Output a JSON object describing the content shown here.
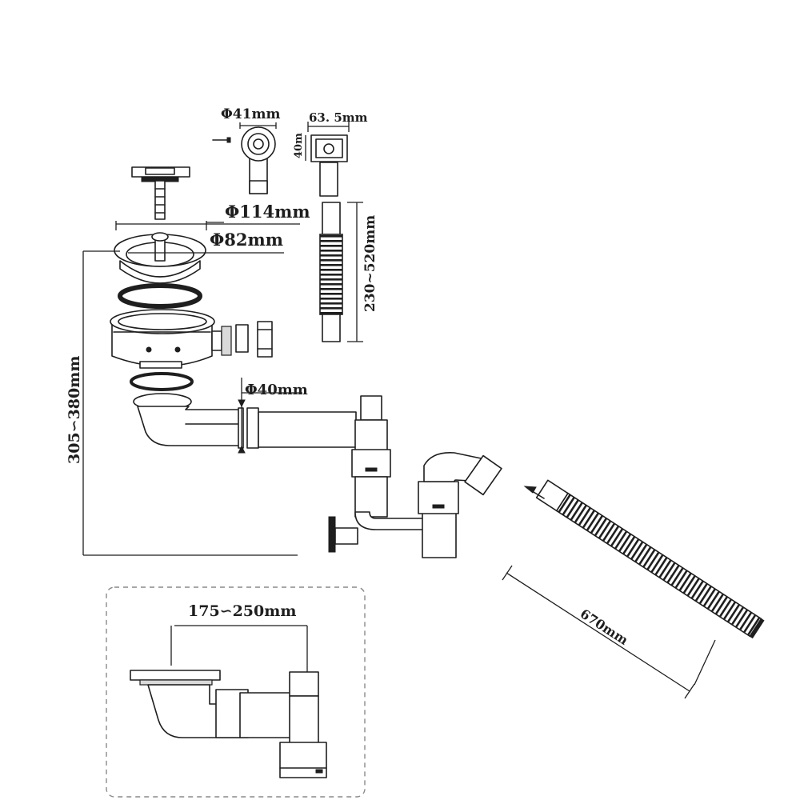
{
  "dimensions": {
    "phi_41": "Φ41mm",
    "w_63_5": "63. 5mm",
    "h_40": "40m",
    "phi_114": "Φ114mm",
    "phi_82": "Φ82mm",
    "hose_230_520": "230~520mm",
    "phi_40": "Φ40mm",
    "height_305_380": "305∽380mm",
    "reach_175_250": "175∽250mm",
    "flex_670": "670mm"
  },
  "colors": {
    "line": "#1e1e1e",
    "dashed_frame": "#8a8a8a",
    "background": "#ffffff"
  }
}
